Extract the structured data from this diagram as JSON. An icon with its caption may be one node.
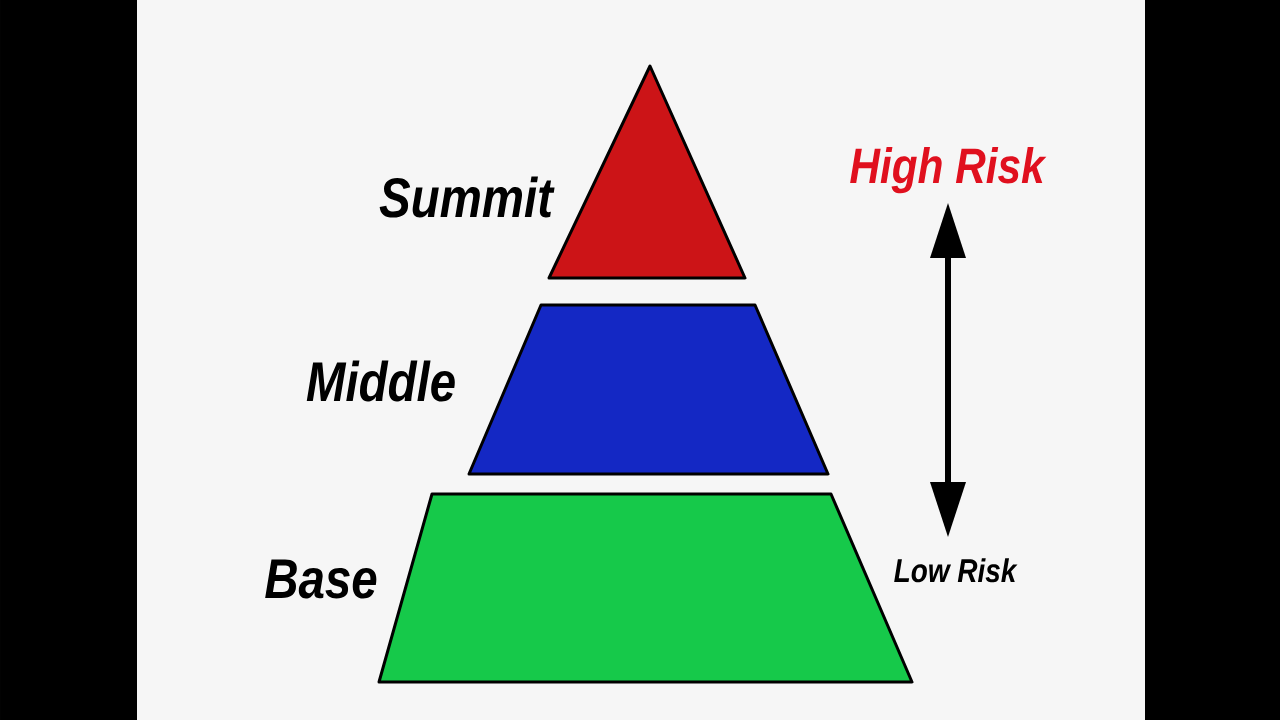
{
  "diagram": {
    "nodes": [
      {
        "text": [
          "Summit"
        ]
      },
      {
        "text": [
          "Middle"
        ]
      },
      {
        "text": [
          "Base"
        ]
      }
    ],
    "labels": [
      "High Risk",
      "Low Risk"
    ]
  }
}
